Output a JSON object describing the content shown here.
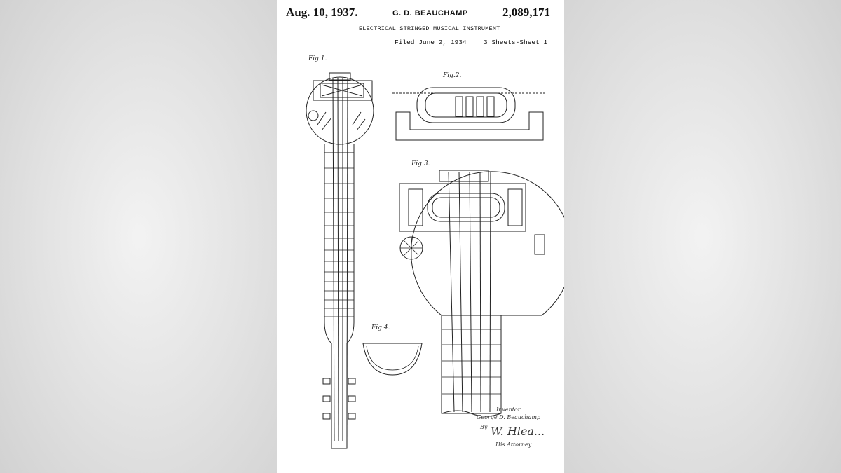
{
  "header": {
    "date": "Aug. 10, 1937.",
    "inventor": "G. D. BEAUCHAMP",
    "patent_number": "2,089,171",
    "title": "ELECTRICAL STRINGED MUSICAL INSTRUMENT",
    "filed": "Filed June 2, 1934",
    "sheets": "3 Sheets-Sheet 1"
  },
  "figures": {
    "fig1": "Fig.1.",
    "fig2": "Fig.2.",
    "fig3": "Fig.3.",
    "fig4": "Fig.4."
  },
  "signature": {
    "role": "Inventor",
    "name": "George D. Beauchamp",
    "by": "By",
    "mark": "W. Hlea...",
    "attorney": "His Attorney"
  },
  "colors": {
    "ink": "#222222",
    "paper": "#ffffff",
    "backdrop": "#d9d9d9"
  }
}
